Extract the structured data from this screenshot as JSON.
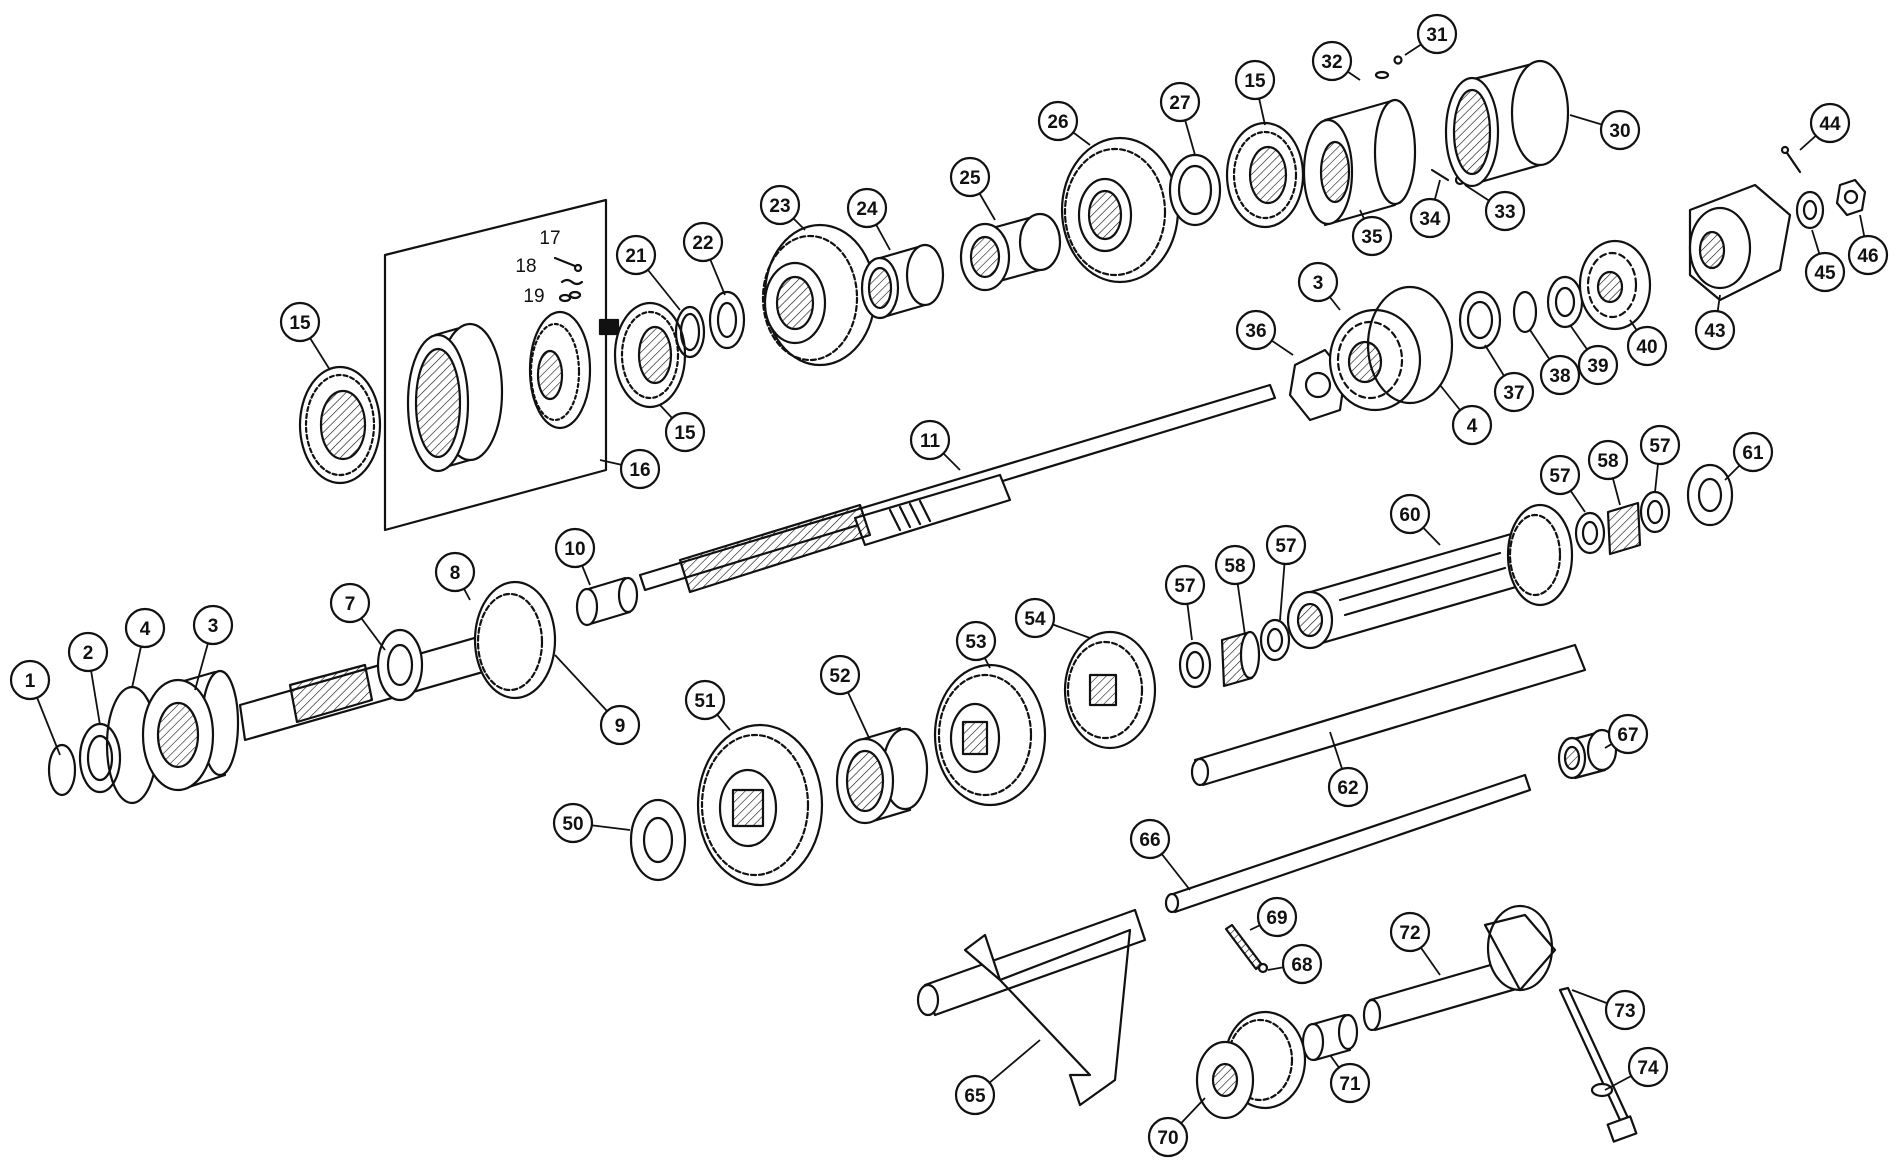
{
  "diagram": {
    "ink_color": "#111111",
    "paper_color": "#ffffff",
    "callout_labels": [
      "1",
      "2",
      "4",
      "3",
      "7",
      "8",
      "9",
      "10",
      "11",
      "15",
      "16",
      "15",
      "21",
      "22",
      "23",
      "24",
      "25",
      "26",
      "27",
      "15",
      "32",
      "31",
      "30",
      "35",
      "34",
      "33",
      "3",
      "36",
      "4",
      "37",
      "38",
      "39",
      "40",
      "43",
      "44",
      "45",
      "46",
      "57",
      "58",
      "57",
      "61",
      "60",
      "57",
      "58",
      "57",
      "53",
      "54",
      "51",
      "52",
      "50",
      "62",
      "67",
      "66",
      "69",
      "68",
      "72",
      "73",
      "74",
      "65",
      "70",
      "71"
    ],
    "plain_labels": [
      "17",
      "18",
      "19"
    ]
  }
}
